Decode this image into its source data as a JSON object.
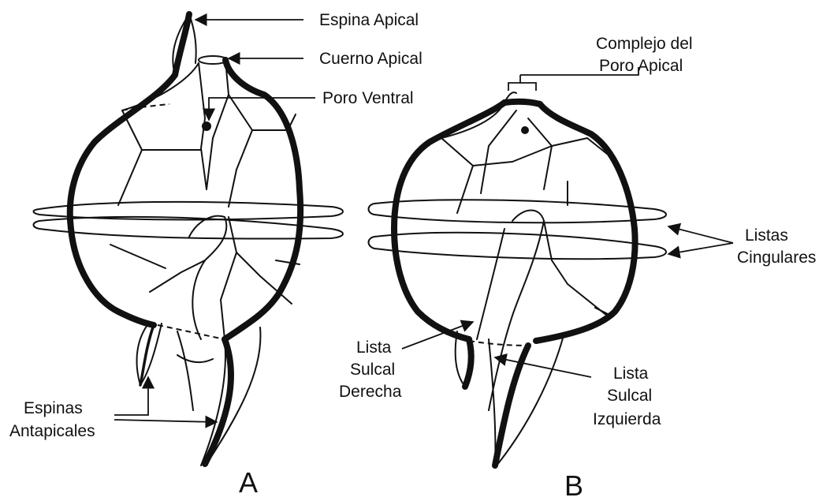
{
  "figure": {
    "panel_a_letter": "A",
    "panel_b_letter": "B",
    "labels": {
      "espina_apical": "Espina Apical",
      "cuerno_apical": "Cuerno Apical",
      "poro_ventral": "Poro Ventral",
      "complejo_line1": "Complejo del",
      "complejo_line2": "Poro Apical",
      "listas_line1": "Listas",
      "listas_line2": "Cingulares",
      "espinas_line1": "Espinas",
      "espinas_line2": "Antapicales",
      "derecha_line1": "Lista",
      "derecha_line2": "Sulcal",
      "derecha_line3": "Derecha",
      "izquierda_line1": "Lista",
      "izquierda_line2": "Sulcal",
      "izquierda_line3": "Izquierda"
    }
  }
}
